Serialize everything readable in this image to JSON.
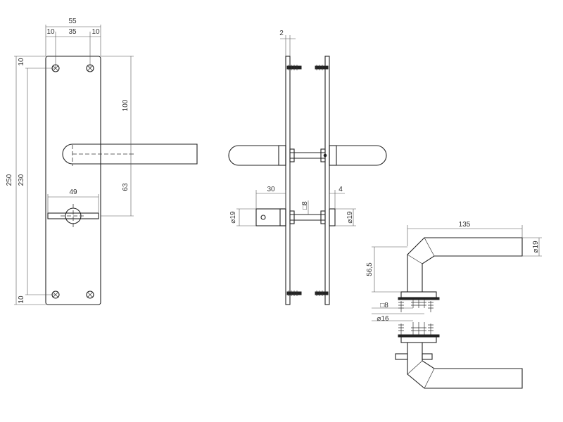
{
  "dimensions": {
    "plate_width": "55",
    "screw_margin_left": "10",
    "screw_spacing": "35",
    "screw_margin_right": "10",
    "plate_height": "250",
    "screw_span": "230",
    "top_margin": "10",
    "bottom_margin": "10",
    "lever_to_top": "100",
    "lever_to_spindle": "63",
    "thumb_turn_width": "49",
    "plate_thickness": "2",
    "turn_length": "30",
    "square_8": "□8",
    "gap_4": "4",
    "dia_19_left": "⌀19",
    "dia_19_right": "⌀19",
    "lever_length": "135",
    "lever_height": "56,5",
    "lever_dia": "⌀19",
    "spindle_square": "□8",
    "rose_dia": "⌀16"
  }
}
